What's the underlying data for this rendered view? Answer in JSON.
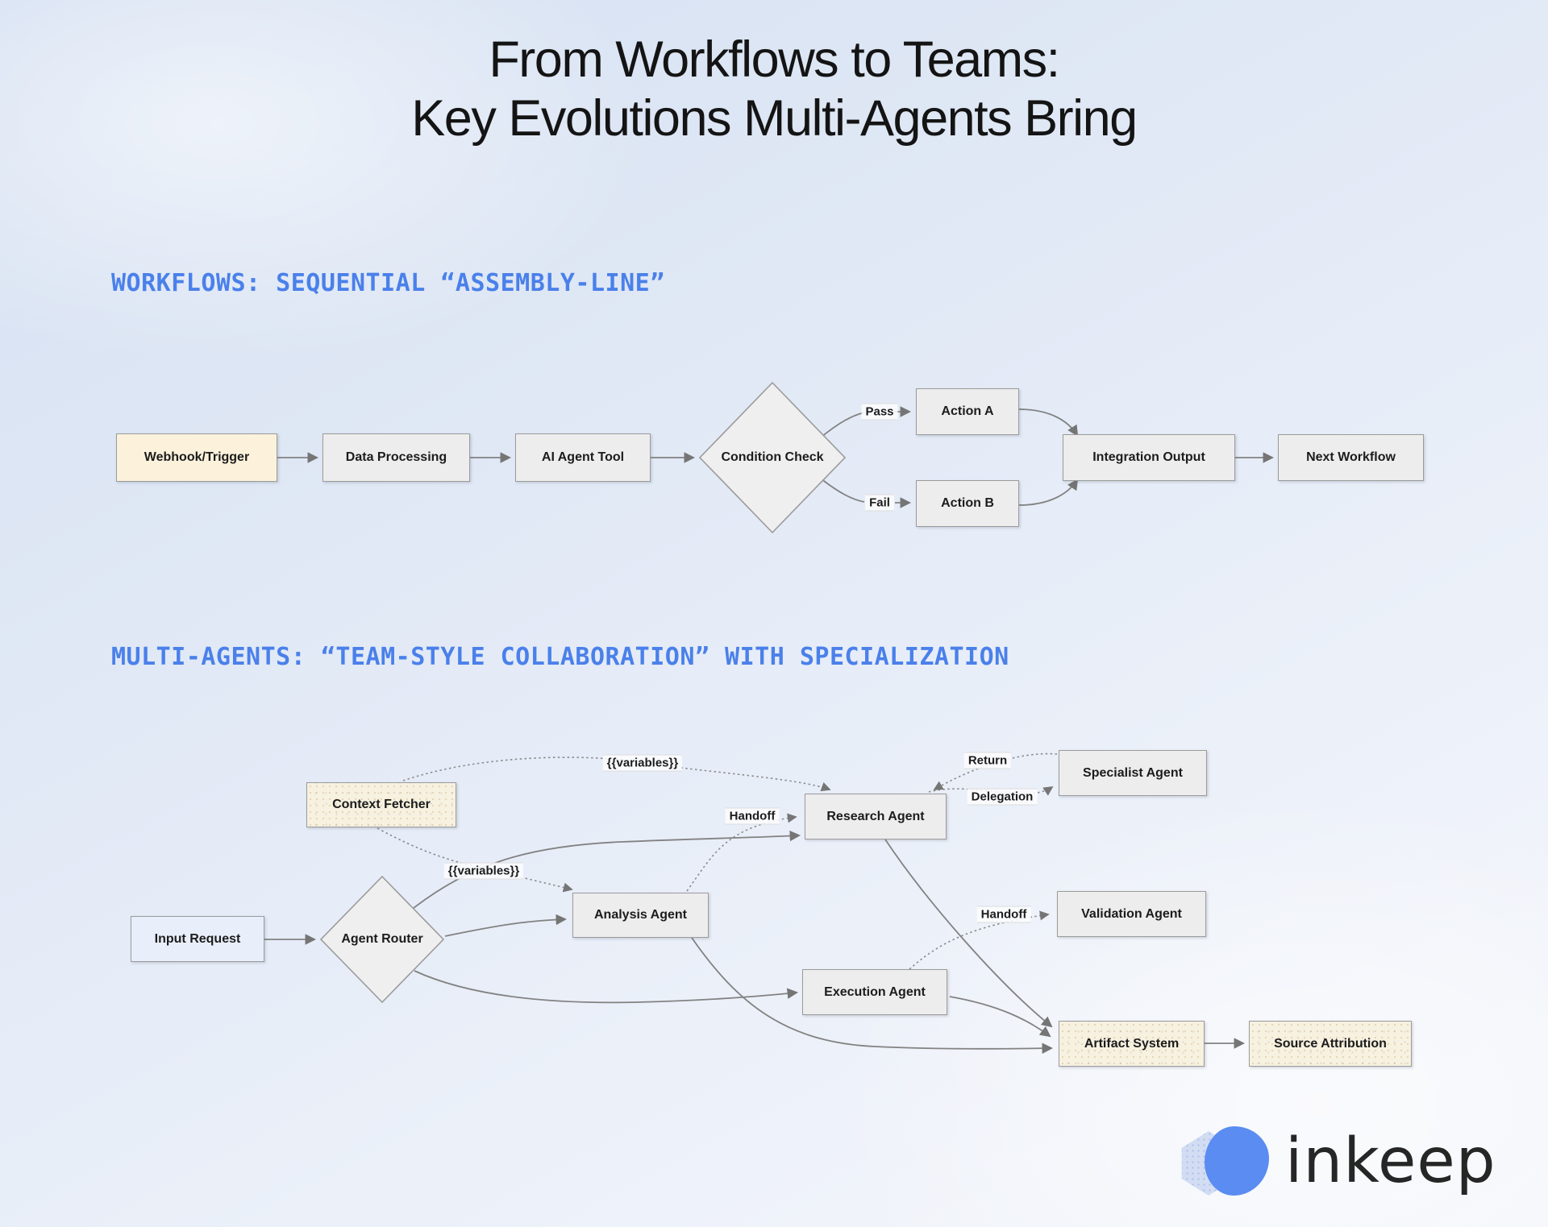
{
  "title": {
    "line1": "From Workflows to Teams:",
    "line2": "Key Evolutions Multi-Agents Bring"
  },
  "sections": {
    "workflows": {
      "heading": "WORKFLOWS: SEQUENTIAL “ASSEMBLY-LINE”"
    },
    "multi_agents": {
      "heading": "MULTI-AGENTS: “TEAM-STYLE COLLABORATION” WITH SPECIALIZATION"
    }
  },
  "workflow_diagram": {
    "nodes": {
      "webhook": "Webhook/Trigger",
      "data_processing": "Data Processing",
      "ai_agent_tool": "AI Agent Tool",
      "condition_check": "Condition Check",
      "action_a": "Action A",
      "action_b": "Action B",
      "integration_output": "Integration Output",
      "next_workflow": "Next Workflow"
    },
    "edge_labels": {
      "pass": "Pass",
      "fail": "Fail"
    }
  },
  "multi_agent_diagram": {
    "nodes": {
      "input_request": "Input Request",
      "agent_router": "Agent Router",
      "context_fetcher": "Context Fetcher",
      "analysis_agent": "Analysis Agent",
      "research_agent": "Research Agent",
      "specialist_agent": "Specialist Agent",
      "validation_agent": "Validation Agent",
      "execution_agent": "Execution Agent",
      "artifact_system": "Artifact System",
      "source_attribution": "Source Attribution"
    },
    "edge_labels": {
      "variables_top": "{{variables}}",
      "variables_mid": "{{variables}}",
      "handoff_research": "Handoff",
      "handoff_validation": "Handoff",
      "return_label": "Return",
      "delegation": "Delegation"
    }
  },
  "logo": {
    "text": "inkeep"
  },
  "colors": {
    "heading_blue": "#4a80ea",
    "node_gray": "#ededed",
    "node_cream": "#fcf2dc",
    "node_textured_cream": "#f7f1e0",
    "node_light_blue": "#e9effa",
    "edge_gray": "#828282",
    "background_blue": "#dde6f4",
    "logo_blue": "#5a8cf1",
    "logo_hex_blue": "#ccd9f1"
  }
}
